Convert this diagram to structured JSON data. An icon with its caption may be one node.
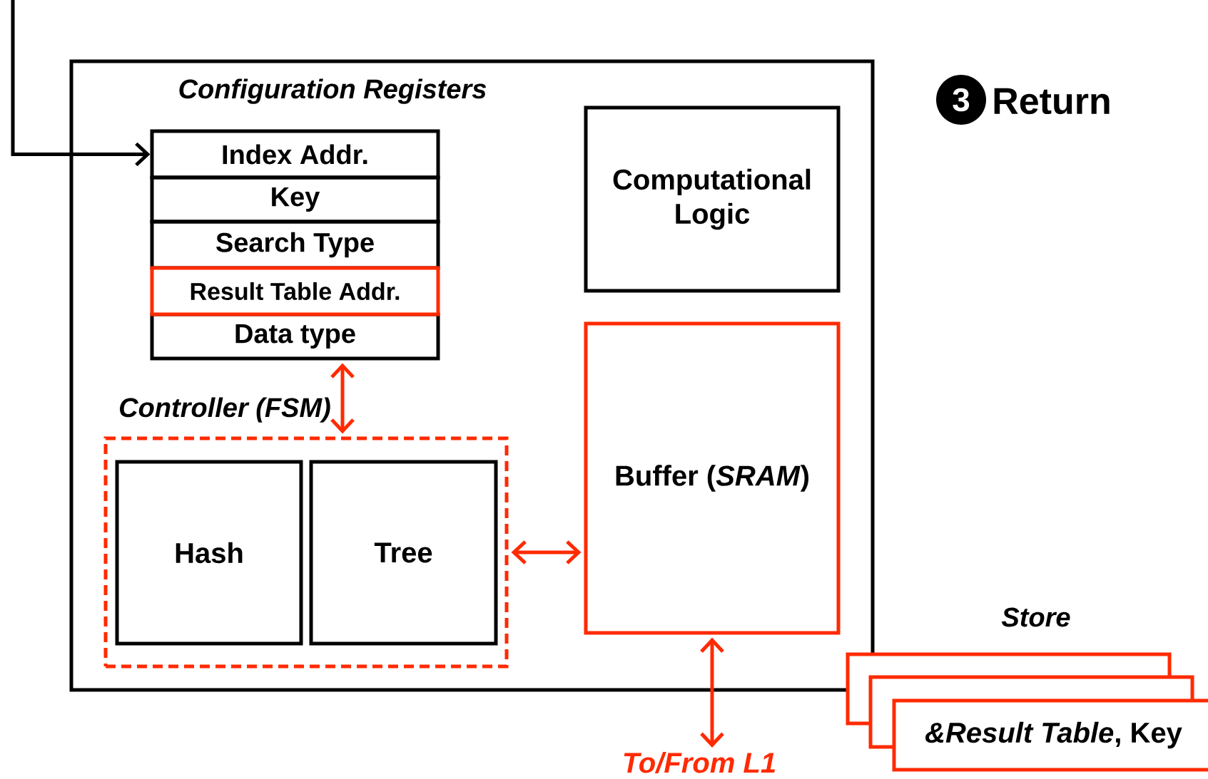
{
  "diagram": {
    "nodes": [
      {
        "text": [],
        "shape": "box"
      },
      {
        "text": [
          "Index Addr."
        ],
        "in": 0
      },
      {
        "text": [
          "Key"
        ],
        "in": 0
      },
      {
        "text": [
          "Search Type"
        ],
        "in": 0
      },
      {
        "text": [
          "Result Table Addr."
        ],
        "in": 0
      },
      {
        "text": [
          "Data type"
        ],
        "in": 0
      },
      {
        "text": [
          "Computational Logic"
        ],
        "in": 0
      },
      {
        "text": [
          "Buffer (*SRAM*)"
        ],
        "in": 0
      },
      {
        "text": [
          "Controller (FSM)"
        ],
        "in": 0
      },
      {
        "text": [
          "Hash"
        ],
        "in": 8
      },
      {
        "text": [
          "Tree"
        ],
        "in": 8
      },
      {
        "text": [
          "To/From L1"
        ]
      },
      {
        "text": [],
        "shape": "box"
      },
      {
        "text": [],
        "shape": "box"
      },
      {
        "text": [
          "*&Result Table*, Key"
        ]
      }
    ],
    "edges": [
      {
        "from": null,
        "to": 1,
        "arrow": "to",
        "color": "#000000"
      },
      {
        "from": 5,
        "to": 8,
        "arrow": "both"
      },
      {
        "from": 8,
        "to": 7,
        "arrow": "both"
      },
      {
        "from": 7,
        "to": 11,
        "arrow": "both"
      }
    ],
    "labels": [
      "Configuration Registers",
      "3",
      "Return",
      "Store"
    ]
  }
}
